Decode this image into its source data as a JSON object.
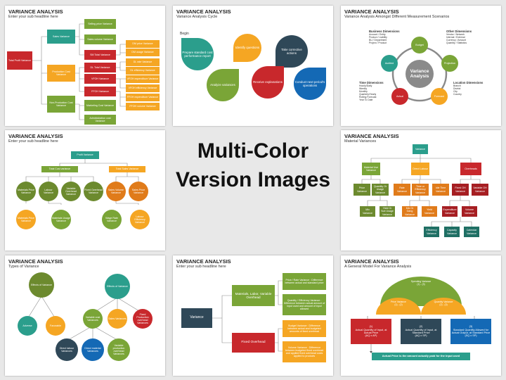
{
  "colors": {
    "green": "#7aa537",
    "orange": "#f5a623",
    "dark_orange": "#e07b1a",
    "teal": "#2b9e8c",
    "dark_teal": "#1f6f64",
    "red": "#c8282c",
    "dark_red": "#a61e22",
    "navy": "#2f4858",
    "blue": "#1469b5",
    "olive": "#6c8a2e",
    "gray": "#8a8a8a"
  },
  "center": {
    "line1": "Multi-Color",
    "line2": "Version Images"
  },
  "slide1": {
    "title": "VARIANCE ANALYSIS",
    "subtitle": "Enter your sub headline here",
    "root": "Total Profit Variance",
    "level1": [
      "Sales Variance",
      "Production Cost Variance",
      "Non-Production Cost Variance"
    ],
    "sales_children": [
      "Selling price Variance",
      "Sales volume Variance",
      "SM Total Variance"
    ],
    "prod_children": [
      "DL Total Variance",
      "VFOH Variance",
      "FFOH Variance"
    ],
    "nonprod_children": [
      "Marketing Cost Variance",
      "Administration cost Variance"
    ],
    "right_col": [
      "DM price Variance",
      "DM usage Variance",
      "DL rate Variance",
      "DL efficiency Variance",
      "VFOH expenditure Variance",
      "VFOH efficiency Variance",
      "FFOH expenditure Variance",
      "FFOH volume Variance"
    ]
  },
  "slide2": {
    "title": "VARIANCE ANALYSIS",
    "subtitle": "Variance Analysis Cycle",
    "begin": "Begin",
    "drops": [
      "Prepare standard cost performance report",
      "Identify questions",
      "Take corrective actions",
      "Analyze variances",
      "Receive explanations",
      "Conduct next period's operations"
    ]
  },
  "slide3": {
    "title": "VARIANCE ANALYSIS",
    "subtitle": "Variance Analysis Amongst Different Measurement Scenarios",
    "center_l1": "Variance",
    "center_l2": "Analysis",
    "ring": [
      "Budget",
      "Projection",
      "Forecast",
      "Actual",
      "Audited"
    ],
    "business_title": "Business Dimensions",
    "business_items": [
      "Account / Entity",
      "Product / Liability",
      "BU / Department",
      "Project / Product"
    ],
    "other_title": "Other Dimensions",
    "other_items": [
      "Vendor / Network",
      "Internal / External",
      "Currency / Amount",
      "Quantity / Statistics"
    ],
    "time_title": "Time Dimensions",
    "time_items": [
      "Hourly/Daily",
      "Weekly",
      "Monthly",
      "Quarterly/Yearly",
      "Rolling Forecast",
      "Year To Date"
    ],
    "location_title": "Location Dimensions",
    "location_items": [
      "Branch",
      "District",
      "City",
      "Country"
    ]
  },
  "slide4": {
    "title": "VARIANCE ANALYSIS",
    "subtitle": "Enter your sub headline here",
    "root": "Profit Variance",
    "left_branch": "Total Cost variance",
    "right_branch": "Total Sales Variance",
    "row_circles": [
      "Materials Price Variance",
      "Labour Variance",
      "Variable Overhead Variance",
      "Fixed Overhead Variance",
      "Sales Volume Variance",
      "Sales Price Variance"
    ],
    "bottom_circles": [
      "Materials Price Variance",
      "Materials Usage Variance",
      "Wage Rate Variance",
      "Labour Efficiency Variance"
    ]
  },
  "slide6": {
    "title": "VARIANCE ANALYSIS",
    "subtitle": "Material Variances",
    "root": "Variance",
    "level1": [
      "Material Use Variance",
      "Direct Labour",
      "Overheads"
    ],
    "level2": [
      "Price Variance",
      "Quantity Or Usage Variance",
      "Rate Variance",
      "Time or Efficiency Variance",
      "Idle Time Variance",
      "Fixed OH Variance",
      "Variable OH Variance"
    ],
    "level3": [
      "Mix Variance",
      "Yield Or Sub Usage Variance",
      "Mix Or Gang Variance",
      "Yield Variance",
      "Expenditure Variance",
      "Volume Variance"
    ],
    "level4": [
      "Efficiency Variance",
      "Capacity Variance",
      "Calendar Variance"
    ]
  },
  "slide7": {
    "title": "VARIANCE ANALYSIS",
    "subtitle": "Types of Variance",
    "left_top": "Effects of Variance",
    "right_top": "Effects of Variance",
    "left_children": [
      "Adverse",
      "Favorable"
    ],
    "right_children": [
      "Variable cost Variances",
      "Sales Variances",
      "Fixed Production overhead Variances"
    ],
    "bottom": [
      "Direct labour Variances",
      "Direct material Variances",
      "Variable production overhead Variances"
    ]
  },
  "slide8": {
    "title": "VARIANCE ANALYSIS",
    "subtitle": "Enter your sub headline here",
    "root": "Variance",
    "mid": [
      "Materials, Labor, Variable Overhead",
      "Fixed Overhead"
    ],
    "right": [
      "Price / Rate Variance : Difference between actual and standard price",
      "Quantity / Efficiency Variance : Difference between actual amount of input used and amount of input allowed",
      "Budget Variance : Difference between actual and budgeted amounts of fixed overhead",
      "Volume Variance : Difference between budgeted fixed overhead and applied fixed overhead costs applied to products"
    ]
  },
  "slide9": {
    "title": "VARIANCE ANALYSIS",
    "subtitle": "A General Model For Variance Analysis",
    "spending_label": "Spending Variance",
    "spending_formula": "(1) - (3)",
    "price_label": "Price Variance",
    "price_formula": "(1) - (2)",
    "quantity_label": "Quantity Variance",
    "quantity_formula": "(2) - (3)",
    "box1_num": "(1)",
    "box1_text": "Actual Quantity of Input, at Actual Price",
    "box1_formula": "(AQ x AP)",
    "box2_num": "(2)",
    "box2_text": "Actual Quantity of Input, at Standard Price",
    "box2_formula": "(AQ x SP)",
    "box3_num": "(3)",
    "box3_text": "Standard Quantity Allowed for Actual Output, at Standard Price",
    "box3_formula": "(SQ x SP)",
    "footer": "Actual Price is the amount actually paid for the input used"
  }
}
